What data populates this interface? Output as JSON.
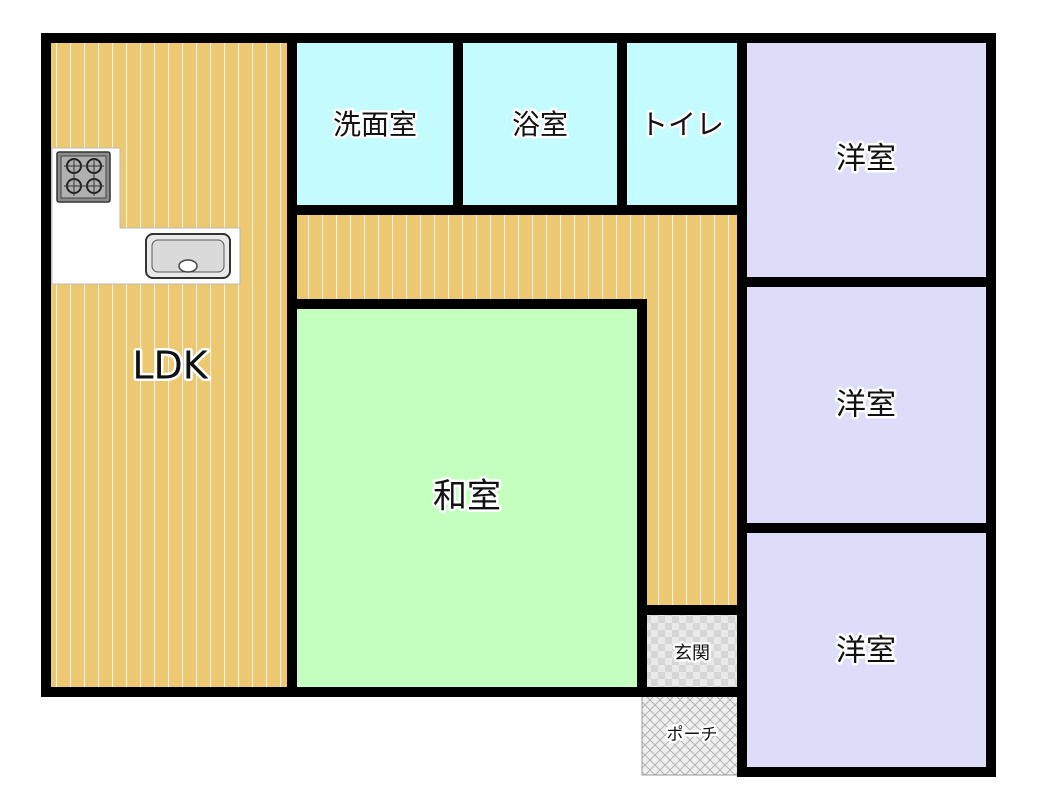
{
  "rooms": {
    "ldk": "LDK",
    "washroom": "洗面室",
    "bathroom": "浴室",
    "toilet": "トイレ",
    "western1": "洋室",
    "western2": "洋室",
    "western3": "洋室",
    "japanese": "和室",
    "entrance": "玄関",
    "porch": "ポーチ"
  },
  "colors": {
    "wood_floor": "#ecc870",
    "wood_line": "#fff2c8",
    "wet_area": "#c3fbff",
    "western_room": "#ddddfa",
    "tatami": "#c4ffc0",
    "entrance": "#e7e7e7",
    "wall": "#000000"
  }
}
